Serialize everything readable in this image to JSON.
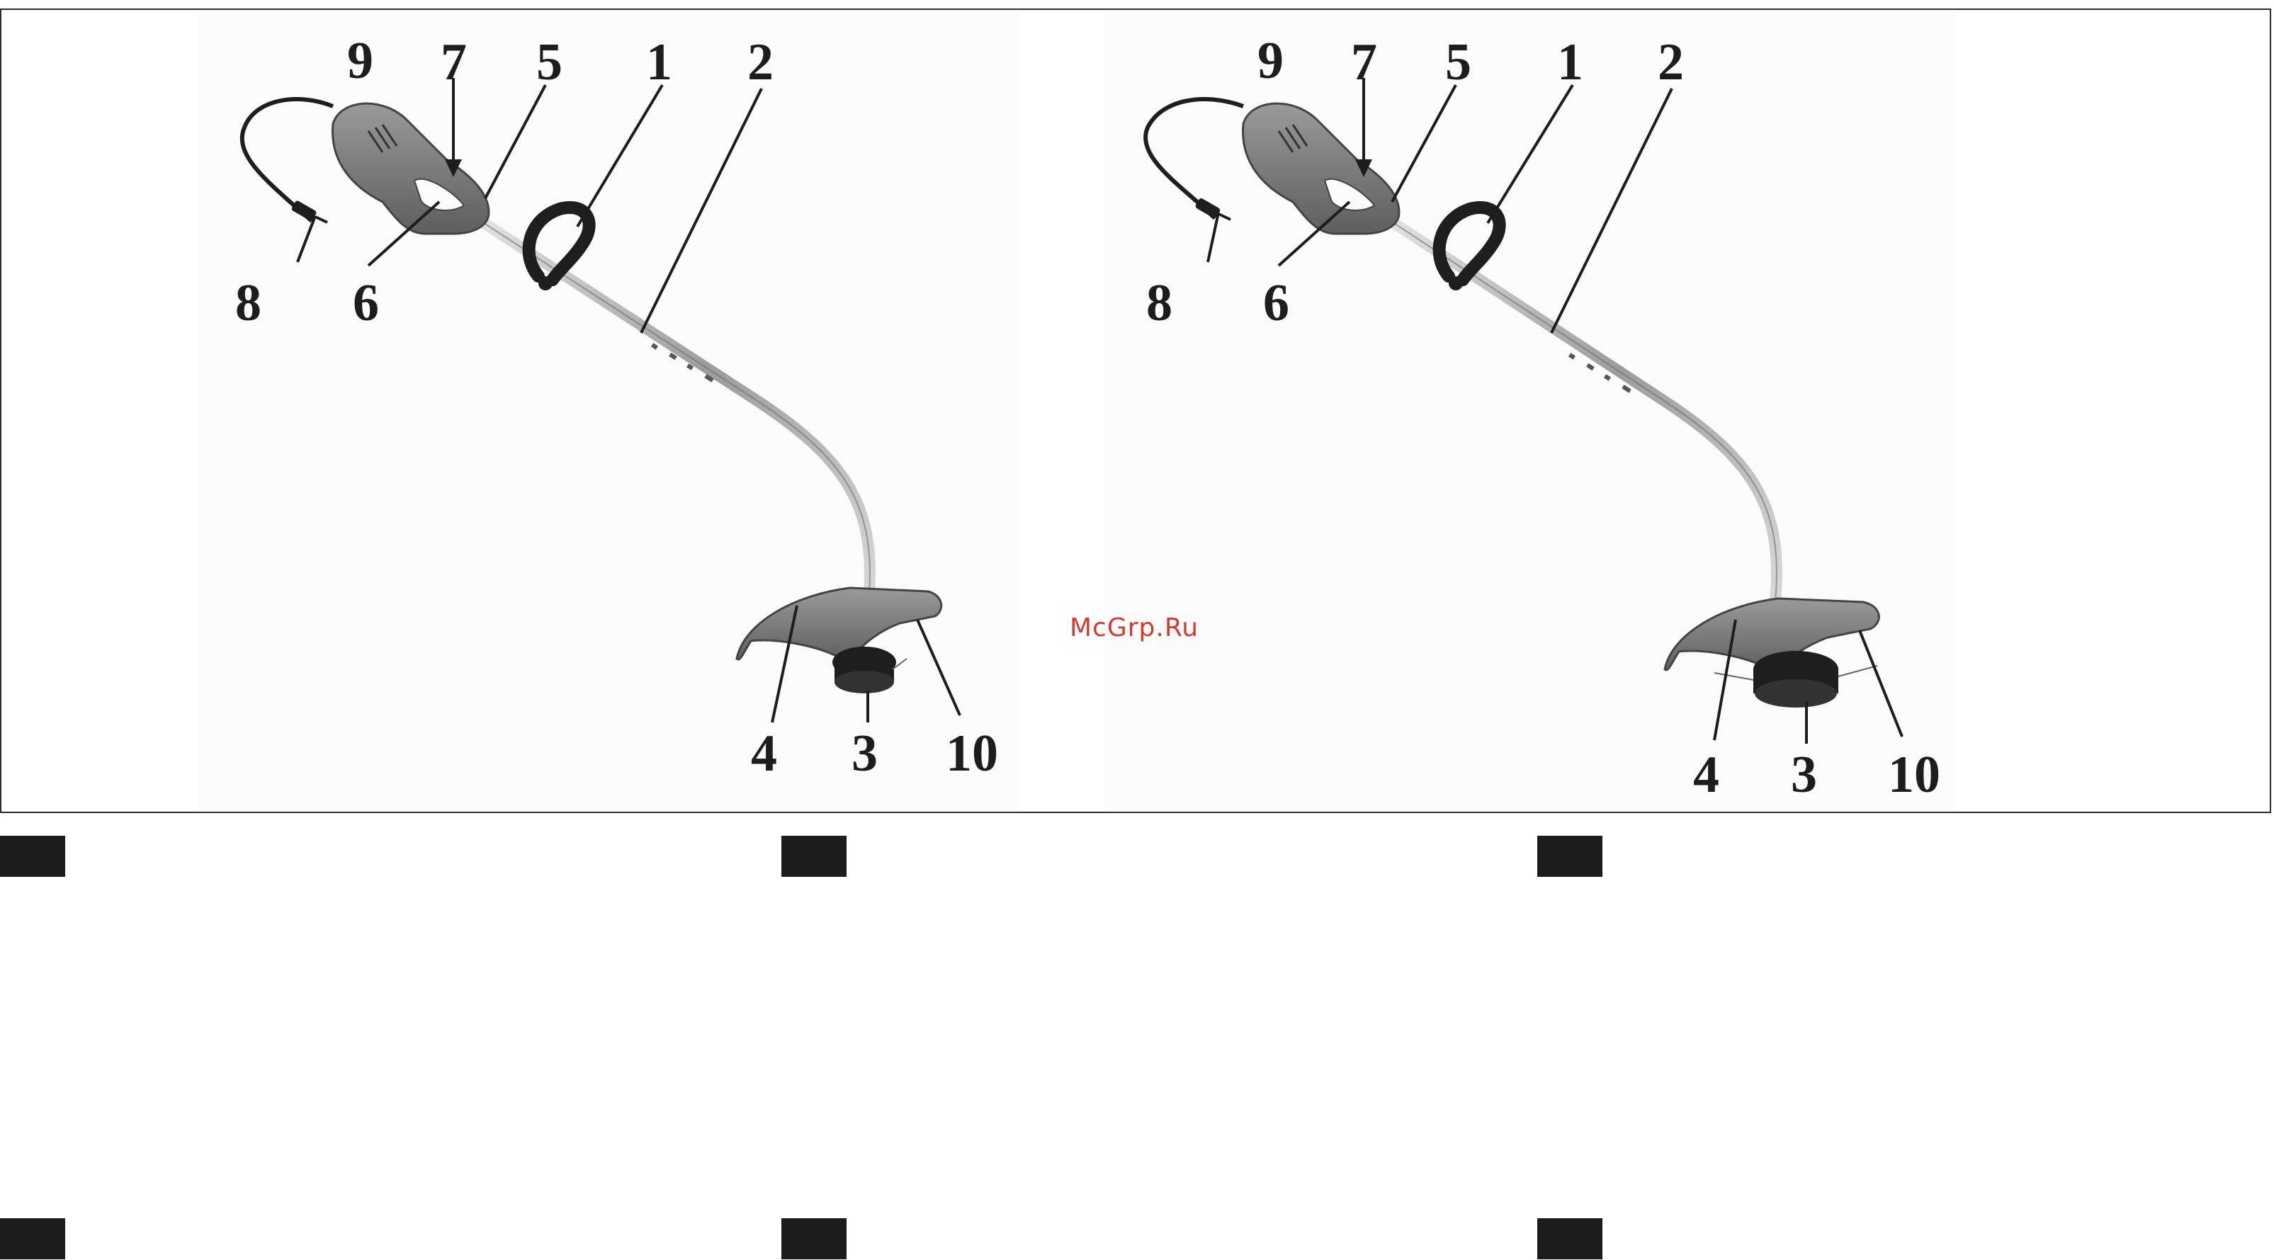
{
  "figures": [
    {
      "callouts": {
        "c9": "9",
        "c7": "7",
        "c5": "5",
        "c1": "1",
        "c2": "2",
        "c8": "8",
        "c6": "6",
        "c4": "4",
        "c3": "3",
        "c10": "10"
      }
    },
    {
      "callouts": {
        "c9": "9",
        "c7": "7",
        "c5": "5",
        "c1": "1",
        "c2": "2",
        "c8": "8",
        "c6": "6",
        "c4": "4",
        "c3": "3",
        "c10": "10"
      }
    }
  ],
  "watermark": "McGrp.Ru",
  "colors": {
    "tool_body": "#7a7a7a",
    "tool_dark": "#1e1e1e",
    "shaft": "#c8c8c8",
    "watermark": "#d63a2f",
    "language_tag": "#1c1c1c"
  },
  "language_tags": [
    {
      "label": ""
    },
    {
      "label": ""
    },
    {
      "label": ""
    },
    {
      "label": ""
    },
    {
      "label": ""
    },
    {
      "label": ""
    }
  ]
}
